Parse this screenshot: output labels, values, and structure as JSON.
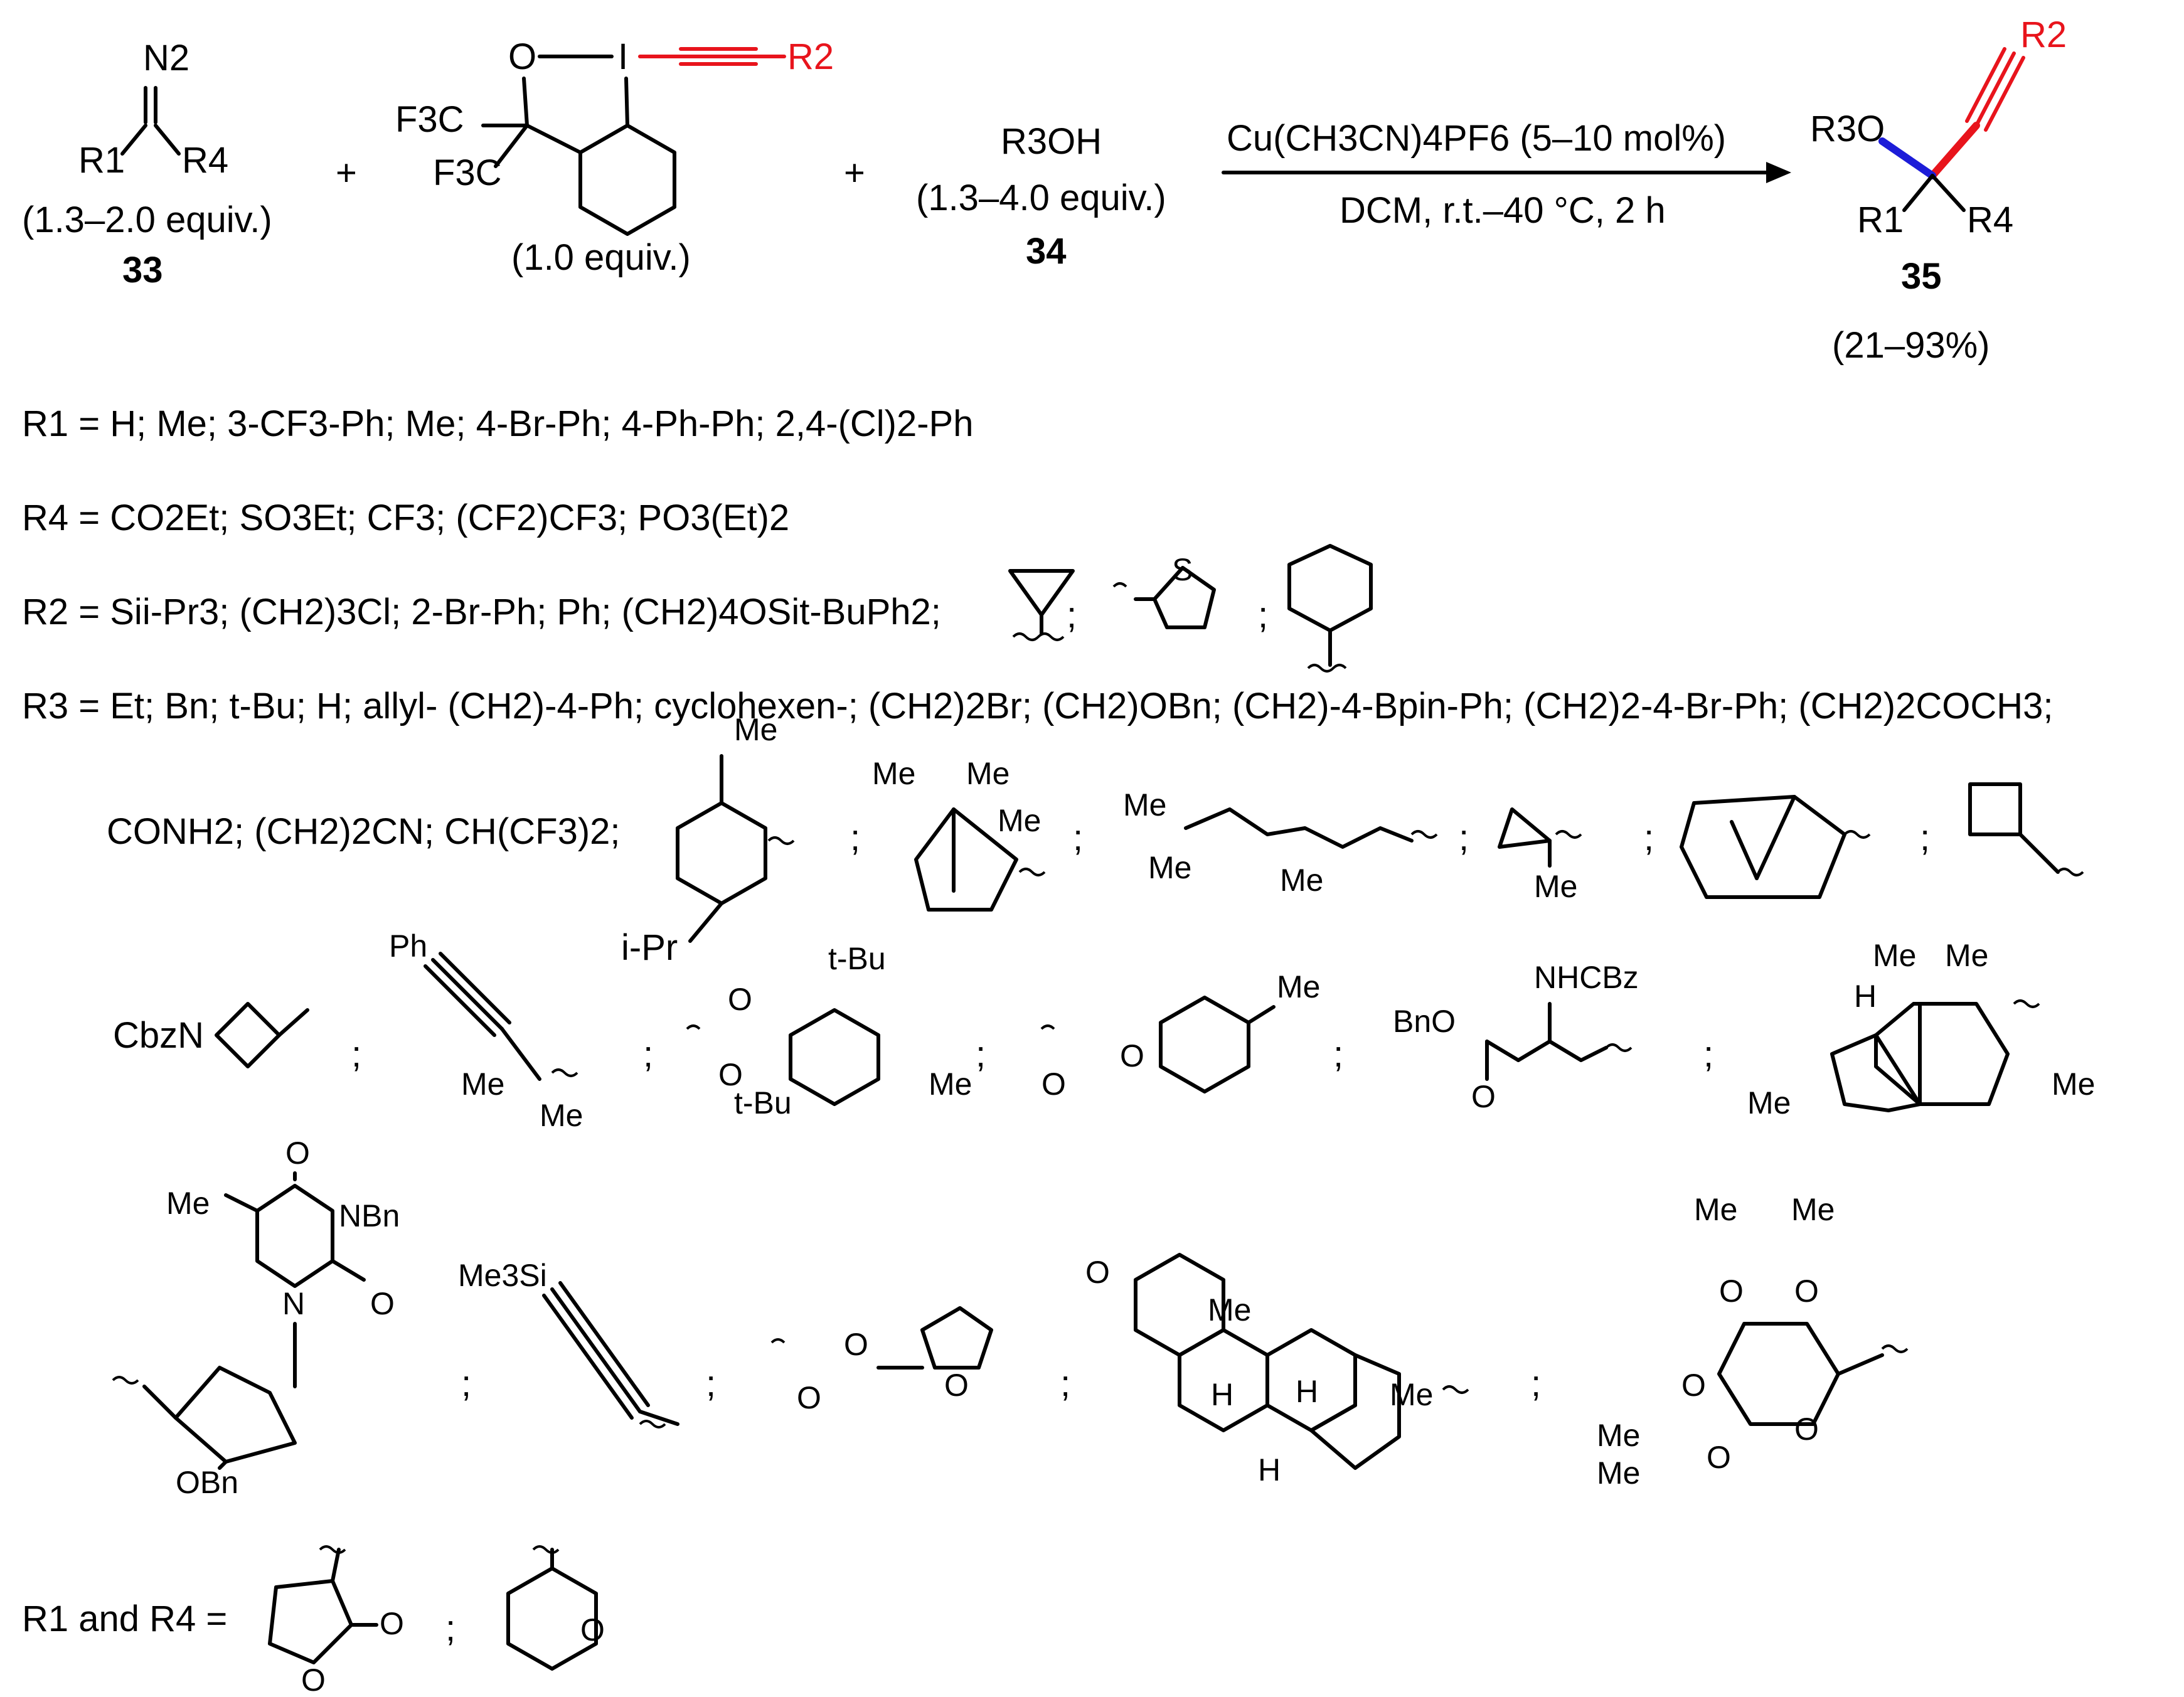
{
  "colors": {
    "red": "#e8141c",
    "blue": "#1c1cd8",
    "text": "#000000",
    "background": "#ffffff"
  },
  "reactants": {
    "diazo": {
      "n2": "N2",
      "r1": "R1",
      "r4": "R4",
      "equiv": "(1.3–2.0 equiv.)",
      "number": "33"
    },
    "ebx": {
      "o": "O",
      "i": "I",
      "cf3_a": "F3C",
      "cf3_b": "F3C",
      "r2": "R2",
      "equiv": "(1.0 equiv.)"
    },
    "alcohol": {
      "formula": "R3OH",
      "equiv": "(1.3–4.0 equiv.)",
      "number": "34"
    },
    "plus": "+"
  },
  "conditions": {
    "catalyst": "Cu(CH3CN)4PF6 (5–10 mol%)",
    "solvent": "DCM, r.t.–40 °C, 2 h"
  },
  "product": {
    "r3o": "R3O",
    "r1": "R1",
    "r4": "R4",
    "r2": "R2",
    "number": "35",
    "yield": "(21–93%)"
  },
  "scope": {
    "r1": "R1 = H; Me; 3-CF3-Ph; Me; 4-Br-Ph; 4-Ph-Ph; 2,4-(Cl)2-Ph",
    "r4": "R4 = CO2Et; SO3Et; CF3; (CF2)CF3; PO3(Et)2",
    "r2": "R2 = Sii-Pr3; (CH2)3Cl; 2-Br-Ph; Ph; (CH2)4OSit-BuPh2;",
    "r3_line1": "R3 = Et; Bn; t-Bu; H; allyl- (CH2)-4-Ph; cyclohexen-; (CH2)2Br; (CH2)OBn; (CH2)-4-Bpin-Ph; (CH2)2-4-Br-Ph; (CH2)2COCH3;",
    "r3_line2": "CONH2; (CH2)2CN; CH(CF3)2;",
    "r1r4_joint": "R1 and R4 ="
  },
  "structure_labels": {
    "thiophene_s": "S",
    "menthyl_me": "Me",
    "menthyl_ipr": "i-Pr",
    "bornyl_me": "Me",
    "geranyl_me": "Me",
    "cyclopropyl_me": "Me",
    "azetidine": "CbzN",
    "propargyl_ph": "Ph",
    "propargyl_me": "Me",
    "aryl_tbu": "t-Bu",
    "aryl_o": "O",
    "aryl_me": "Me",
    "tolyl_o": "O",
    "tolyl_me": "Me",
    "serine_bno": "BnO",
    "serine_nhcbz": "NHCBz",
    "serine_o": "O",
    "cedrol_me": "Me",
    "cedrol_h": "H",
    "thymidine_me": "Me",
    "thymidine_o": "O",
    "thymidine_n": "N",
    "thymidine_nbn": "NBn",
    "thymidine_obn": "OBn",
    "tms": "Me3Si",
    "furfuryl_o": "O",
    "steroid_o": "O",
    "steroid_me": "Me",
    "steroid_h": "H",
    "sugar_me": "Me",
    "sugar_o": "O",
    "lactone_o": "O",
    "thp_o": "O"
  },
  "separator": ";"
}
